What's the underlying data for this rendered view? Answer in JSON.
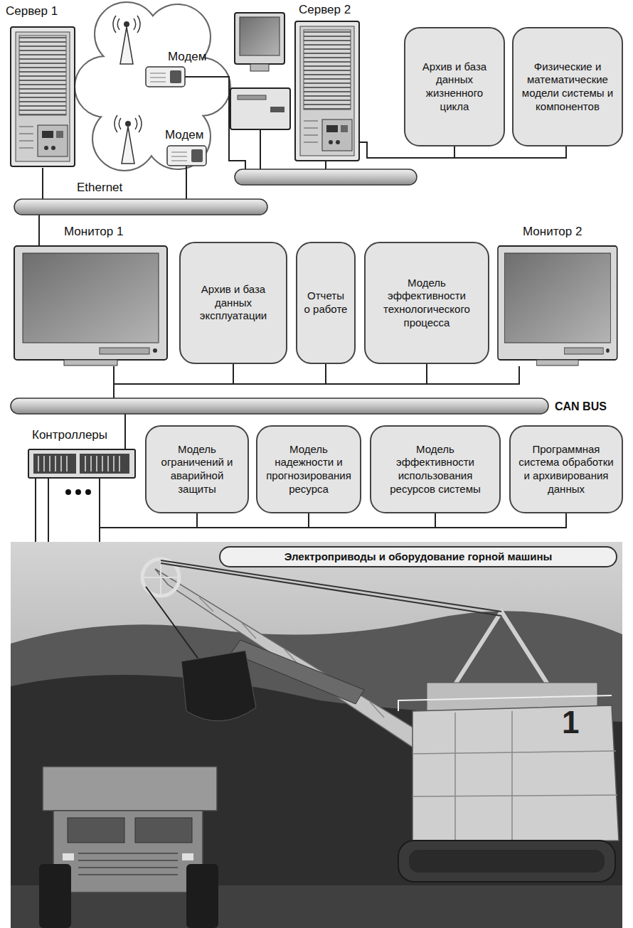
{
  "diagram": {
    "nodes": [
      {
        "text": [
          "Архив и база данных жизненного цикла"
        ]
      },
      {
        "text": [
          "Физические и математические модели системы и компонентов"
        ]
      },
      {
        "text": [
          "Архив и база данных эксплуатации"
        ]
      },
      {
        "text": [
          "Отчеты о работе"
        ]
      },
      {
        "text": [
          "Модель эффективности технологического процесса"
        ]
      },
      {
        "text": [
          "Модель ограничений и аварийной защиты"
        ]
      },
      {
        "text": [
          "Модель надежности и прогнозирования ресурса"
        ]
      },
      {
        "text": [
          "Модель эффективности использования ресурсов системы"
        ]
      },
      {
        "text": [
          "Программная система обработки и архивирования данных"
        ]
      },
      {
        "text": [
          "Электроприводы и оборудование горной машины"
        ]
      }
    ],
    "labels": [
      "Сервер 1",
      "Сервер 2",
      "Модем",
      "Модем",
      "Ethernet",
      "Монитор 1",
      "Монитор 2",
      "CAN BUS",
      "Контроллеры",
      "1"
    ]
  }
}
